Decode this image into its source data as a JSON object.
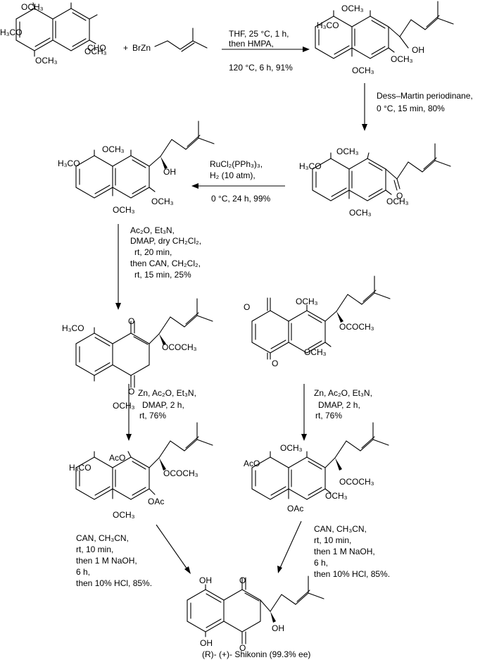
{
  "labels": {
    "OCH3": "OCH₃",
    "H3CO": "H₃CO",
    "CHO": "CHO",
    "O": "O",
    "OH": "OH",
    "OAc": "OAc",
    "AcO": "AcO",
    "OCOCH3": "OCOCH₃",
    "plus": "+",
    "reagent_BrZn": "BrZn"
  },
  "conditions": {
    "step1": [
      "THF, 25 °C, 1 h,",
      "then HMPA,",
      "120 °C, 6 h, 91%"
    ],
    "step2": [
      "Dess–Martin periodinane,",
      "0 °C, 15 min, 80%"
    ],
    "step3": [
      "RuCl₂(PPh₃)₃,",
      "H₂ (10 atm),",
      "0 °C, 24 h, 99%"
    ],
    "step4": [
      "Ac₂O, Et₃N,",
      "DMAP, dry CH₂Cl₂,",
      "rt, 20 min,",
      "then CAN, CH₂Cl₂,",
      "rt, 15 min, 25%"
    ],
    "step5a": [
      "Zn, Ac₂O, Et₃N,",
      "DMAP, 2 h,",
      "rt, 76%"
    ],
    "step5b": [
      "Zn, Ac₂O, Et₃N,",
      "DMAP, 2 h,",
      "rt, 76%"
    ],
    "step6a": [
      "CAN, CH₃CN,",
      "rt, 10 min,",
      "then 1 M NaOH,",
      "6 h,",
      "then 10% HCl, 85%."
    ],
    "step6b": [
      "CAN, CH₃CN,",
      "rt, 10 min,",
      "then 1 M NaOH,",
      "6 h,",
      "then 10% HCl, 85%."
    ]
  },
  "product_caption": "(R)- (+)- Shikonin (99.3% ee)"
}
